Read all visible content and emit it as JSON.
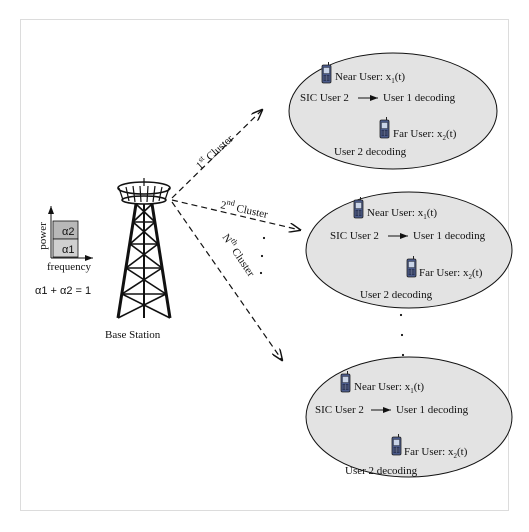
{
  "base_station": {
    "label": "Base Station"
  },
  "power_legend": {
    "y_label": "power",
    "x_label": "frequency",
    "alpha_top": "α2",
    "alpha_bottom": "α1",
    "equation": "α1 + α2 = 1"
  },
  "arrow_labels": [
    {
      "main": "1",
      "sup": "st",
      "text": " Cluster"
    },
    {
      "main": "2",
      "sup": "nd",
      "text": " Cluster"
    },
    {
      "main": "N",
      "sup": "th",
      "text": " Cluster"
    }
  ],
  "clusters": [
    {
      "near_user_prefix": "Near User: x",
      "near_user_sub": "1",
      "near_user_suffix": "(t)",
      "sic_label": "SIC User 2",
      "decode_label": "User 1 decoding",
      "far_user_prefix": "Far User: x",
      "far_user_sub": "2",
      "far_user_suffix": "(t)",
      "bottom_label": "User 2 decoding"
    },
    {
      "near_user_prefix": "Near User: x",
      "near_user_sub": "1",
      "near_user_suffix": "(t)",
      "sic_label": "SIC User 2",
      "decode_label": "User 1 decoding",
      "far_user_prefix": "Far User: x",
      "far_user_sub": "2",
      "far_user_suffix": "(t)",
      "bottom_label": "User 2 decoding"
    },
    {
      "near_user_prefix": "Near User: x",
      "near_user_sub": "1",
      "near_user_suffix": "(t)",
      "sic_label": "SIC User 2",
      "decode_label": "User 1 decoding",
      "far_user_prefix": "Far User: x",
      "far_user_sub": "2",
      "far_user_suffix": "(t)",
      "bottom_label": "User 2 decoding"
    }
  ],
  "colors": {
    "ellipse_fill": "#e3e3e3",
    "legend_top": "#b8b8b8",
    "legend_bottom": "#d0d0d0",
    "phone_body": "#4a5a8a",
    "stroke": "#111111"
  }
}
